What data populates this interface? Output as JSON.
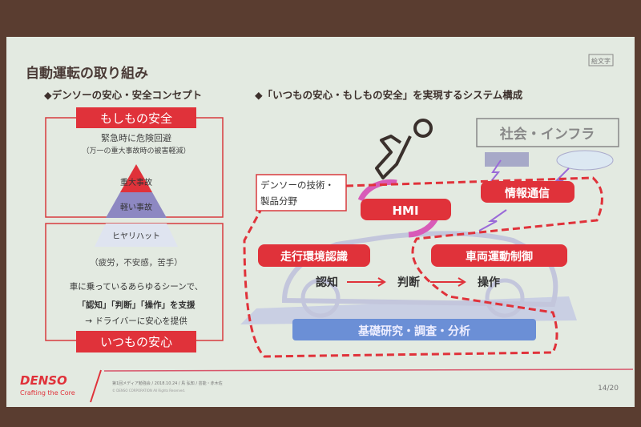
{
  "slide": {
    "title": "自動運転の取り組み",
    "tag": "絵文字",
    "left_heading": "◆デンソーの安心・安全コンセプト",
    "right_heading": "◆「いつもの安心・もしもの安全」を実現するシステム構成"
  },
  "concept": {
    "emergency_label": "もしもの安全",
    "emergency_line1": "緊急時に危険回避",
    "emergency_line2": "（万一の重大事故時の被害軽減）",
    "pyramid": [
      "重大事故",
      "軽い事故",
      "ヒヤリハット"
    ],
    "factors": "（疲労，不安感，苦手）",
    "desc1": "車に乗っているあらゆるシーンで、",
    "desc2": "「認知」「判断」「操作」を支援",
    "desc3": "→ ドライバーに安心を提供",
    "everyday_label": "いつもの安心"
  },
  "system": {
    "infra": "社会・インフラ",
    "domain_line1": "デンソーの技術・",
    "domain_line2": "製品分野",
    "hmi": "HMI",
    "comm": "情報通信",
    "env": "走行環境認識",
    "vehicle": "車両運動制御",
    "flow": [
      "認知",
      "判断",
      "操作"
    ],
    "research": "基礎研究・調査・分析",
    "colors": {
      "red": "#e0323a",
      "blue": "#6b8fd6",
      "magenta": "#d85bb8"
    }
  },
  "footer": {
    "brand": "DENSO",
    "tagline": "Crafting the Core",
    "meta": "第1回メディア勉強会 / 2018.10.24 / 鳥 弘知 / 芸能・赤木佐",
    "copyright": "© DENSO CORPORATION All Rights Reserved.",
    "page": "14/20"
  }
}
